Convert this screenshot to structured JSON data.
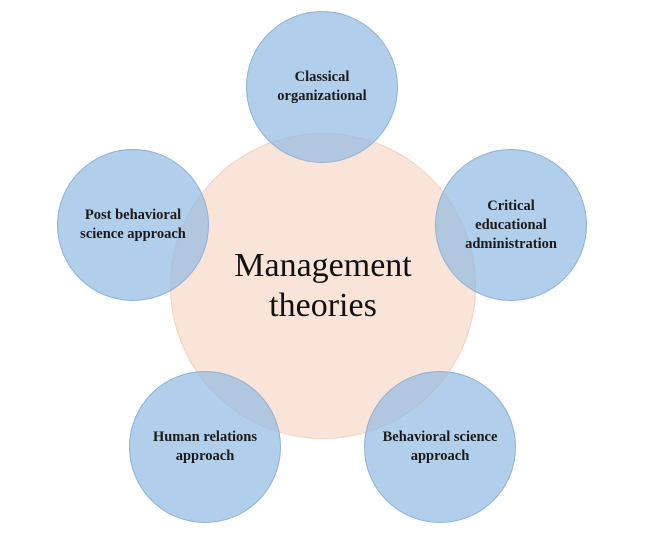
{
  "center": {
    "label": "Management theories"
  },
  "nodes": [
    {
      "label": "Classical organizational"
    },
    {
      "label": "Critical educational administration"
    },
    {
      "label": "Behavioral science approach"
    },
    {
      "label": "Human relations approach"
    },
    {
      "label": "Post behavioral science approach"
    }
  ],
  "colors": {
    "center_fill": "#f9e4d7",
    "node_fill": "#93bbe2",
    "node_border": "#8fb2d9"
  }
}
